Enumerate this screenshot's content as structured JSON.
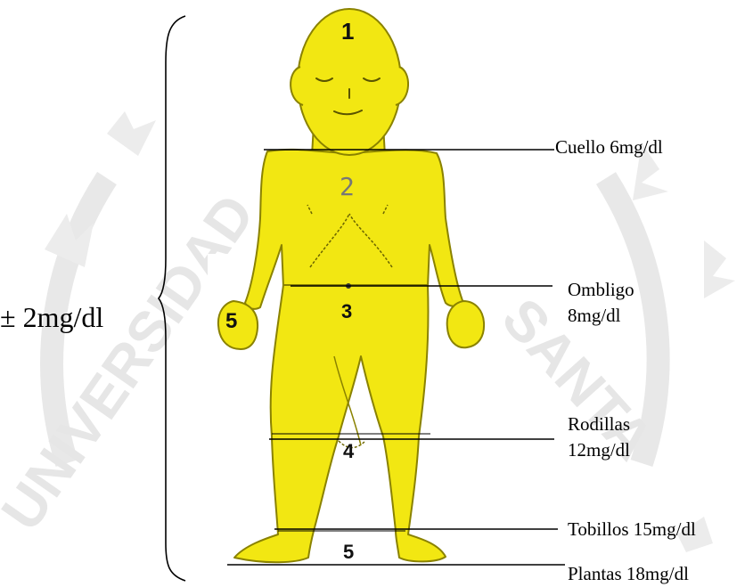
{
  "overall_label": "± 2mg/dl",
  "zones": [
    {
      "number": "1"
    },
    {
      "number": "2"
    },
    {
      "number": "3"
    },
    {
      "number": "4"
    },
    {
      "number": "5"
    },
    {
      "number": "5"
    }
  ],
  "levels": [
    {
      "text": "Cuello 6mg/dl"
    },
    {
      "text": "Ombligo\n8mg/dl"
    },
    {
      "text": "Rodillas\n12mg/dl"
    },
    {
      "text": "Tobillos 15mg/dl"
    },
    {
      "text": "Plantas 18mg/dl"
    }
  ],
  "colors": {
    "body_fill": "#f2e712",
    "body_outline": "#8a8200",
    "watermark": "#e7e7e7"
  }
}
